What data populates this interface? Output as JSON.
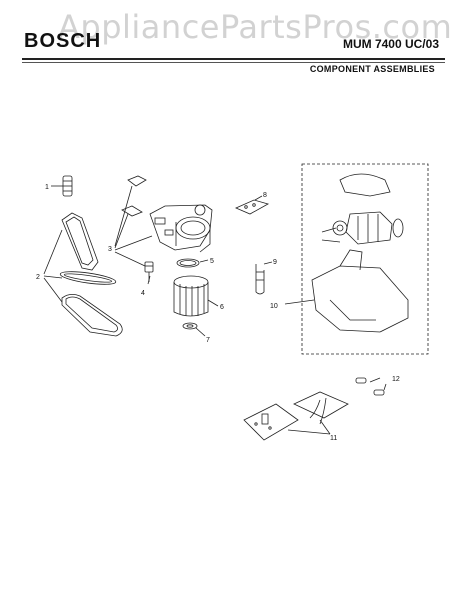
{
  "header": {
    "brand": "BOSCH",
    "watermark": "AppliancePartsPros.com",
    "model": "MUM 7400 UC/03",
    "section": "COMPONENT ASSEMBLIES"
  },
  "callouts": [
    "1",
    "2",
    "3",
    "4",
    "5",
    "6",
    "7",
    "8",
    "9",
    "10",
    "11",
    "12"
  ],
  "colors": {
    "line": "#222222",
    "watermark": "#d2d2d2"
  }
}
